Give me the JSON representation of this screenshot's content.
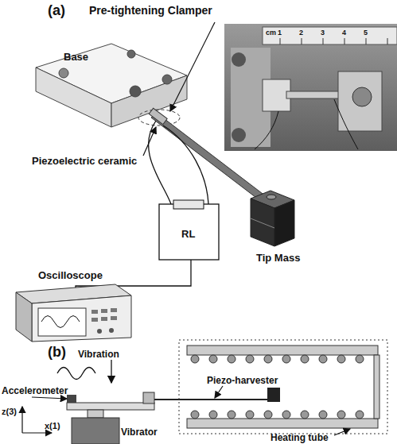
{
  "diagram": {
    "labels": [
      "(a)",
      "Pre-tightening Clamper",
      "Base",
      "Piezoelectric ceramic",
      "Oscilloscope",
      "RL",
      "Tip Mass",
      "cm",
      "1",
      "2",
      "3",
      "4",
      "5",
      "(b)",
      "Vibration",
      "Accelerometer",
      "Piezo-harvester",
      "Vibrator",
      "Heating tube",
      "z(3)",
      "x(1)"
    ]
  }
}
